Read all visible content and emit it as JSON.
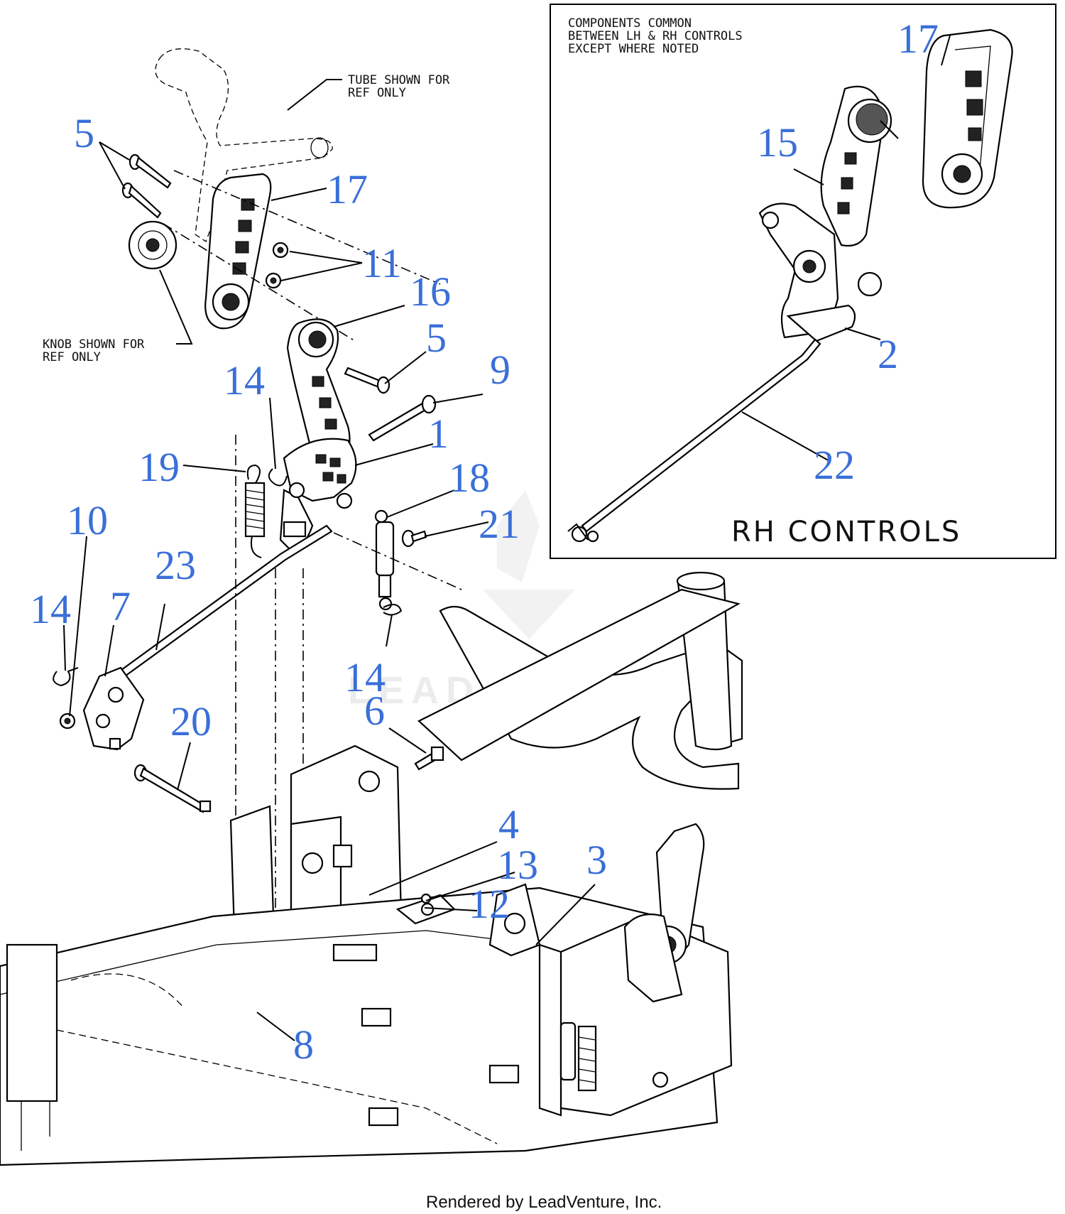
{
  "callouts": {
    "c5a": "5",
    "c17a": "17",
    "c11": "11",
    "c16": "16",
    "c5b": "5",
    "c9": "9",
    "c14a": "14",
    "c1": "1",
    "c19": "19",
    "c18": "18",
    "c21": "21",
    "c10": "10",
    "c23": "23",
    "c14b": "14",
    "c7": "7",
    "c14c": "14",
    "c6": "6",
    "c20": "20",
    "c4": "4",
    "c13": "13",
    "c12": "12",
    "c3": "3",
    "c8": "8",
    "c17b": "17",
    "c15": "15",
    "c2": "2",
    "c22": "22"
  },
  "notes": {
    "tube": [
      "TUBE SHOWN FOR",
      "REF ONLY"
    ],
    "knob": [
      "KNOB SHOWN FOR",
      "REF ONLY"
    ],
    "common": [
      "COMPONENTS COMMON",
      "BETWEEN LH & RH CONTROLS",
      "EXCEPT WHERE NOTED"
    ]
  },
  "inset_title": "RH CONTROLS",
  "watermark": "LEADVENTURE",
  "footer": "Rendered by LeadVenture, Inc.",
  "colors": {
    "callout": "#3a6fd8",
    "line": "#000000"
  }
}
